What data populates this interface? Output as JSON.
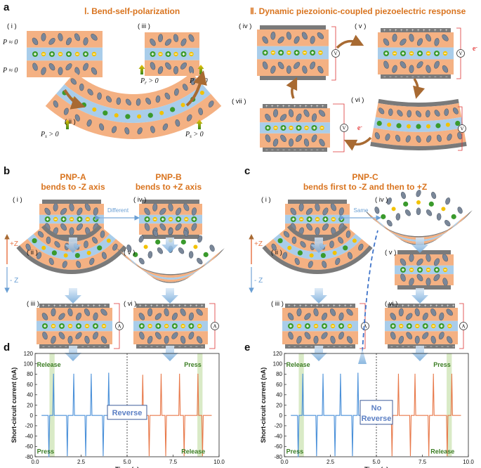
{
  "panels": {
    "a": {
      "label": "a",
      "title_left": "Ⅰ. Bend-self-polarization",
      "title_right": "Ⅱ. Dynamic piezoionic-coupled piezoelectric response",
      "subpanels": [
        "( i )",
        "( ii )",
        "( iii )",
        "( iv )",
        "( v )",
        "( vi )",
        "( vii )"
      ],
      "polarization": {
        "p_top": "P ≈ 0",
        "p_bottom": "P ≈ 0",
        "ps_left": "P",
        "ps_sub": "s",
        "ps_val": " > 0",
        "pr_sub": "r",
        "electron": "e",
        "electron_sup": "-"
      },
      "meter_symbol": "V"
    },
    "b": {
      "label": "b",
      "left_title": [
        "PNP-A",
        "bends to -Z axis"
      ],
      "right_title": [
        "PNP-B",
        "bends to +Z axis"
      ],
      "subpanels": [
        "( i )",
        "( ii )",
        "( iii )",
        "( iv )",
        "( v )",
        "( vi )"
      ],
      "compare": "Different",
      "axis_plus": "+Z",
      "axis_minus": "- Z",
      "meter_symbol": "A"
    },
    "c": {
      "label": "c",
      "title": [
        "PNP-C",
        "bends first to -Z and then to +Z"
      ],
      "subpanels": [
        "( i )",
        "( ii )",
        "( iii )",
        "( iv )",
        "( v )",
        "( vi )"
      ],
      "compare": "Same",
      "axis_plus": "+Z",
      "axis_minus": "- Z",
      "meter_symbol": "A"
    },
    "d": {
      "label": "d",
      "annotation": "Reverse",
      "release_left": "Release",
      "press_left": "Press",
      "press_right": "Press",
      "release_right": "Release"
    },
    "e": {
      "label": "e",
      "annotation": [
        "No",
        "Reverse"
      ],
      "release_left": "Release",
      "press_left": "Press",
      "press_right": "Press",
      "release_right": "Release"
    }
  },
  "chart_data": [
    {
      "type": "line",
      "panel": "d",
      "xlabel": "Time (s)",
      "ylabel": "Short-circuit current (nA)",
      "xlim": [
        0,
        10
      ],
      "ylim": [
        -80,
        120
      ],
      "xticks": [
        0.0,
        2.5,
        5.0,
        7.5,
        10.0
      ],
      "xtick_labels": [
        "0.0",
        "2.5",
        "5.0",
        "7.5",
        "10.0"
      ],
      "yticks": [
        -80,
        -60,
        -40,
        -20,
        0,
        20,
        40,
        60,
        80,
        100,
        120
      ],
      "divider_x": 5.0,
      "series": [
        {
          "color": "#4a90d9",
          "peaks": [
            [
              0.75,
              -80
            ],
            [
              1.0,
              80
            ],
            [
              1.75,
              -78
            ],
            [
              2.1,
              80
            ],
            [
              2.75,
              -78
            ],
            [
              3.05,
              80
            ],
            [
              3.7,
              -78
            ],
            [
              4.0,
              82
            ]
          ]
        },
        {
          "color": "#e8794a",
          "peaks": [
            [
              5.85,
              78
            ],
            [
              6.2,
              -78
            ],
            [
              6.85,
              80
            ],
            [
              7.1,
              -78
            ],
            [
              7.85,
              80
            ],
            [
              8.1,
              -78
            ],
            [
              8.85,
              80
            ],
            [
              9.1,
              -78
            ]
          ]
        }
      ]
    },
    {
      "type": "line",
      "panel": "e",
      "xlabel": "Time (s)",
      "ylabel": "Short-circuit current (nA)",
      "xlim": [
        0,
        10
      ],
      "ylim": [
        -80,
        120
      ],
      "xticks": [
        0.0,
        2.5,
        5.0,
        7.5,
        10.0
      ],
      "xtick_labels": [
        "0.0",
        "2.5",
        "5.0",
        "7.5",
        "10.0"
      ],
      "yticks": [
        -80,
        -60,
        -40,
        -20,
        0,
        20,
        40,
        60,
        80,
        100,
        120
      ],
      "divider_x": 5.0,
      "series": [
        {
          "color": "#4a90d9",
          "peaks": [
            [
              0.75,
              -80
            ],
            [
              1.0,
              80
            ],
            [
              1.75,
              -78
            ],
            [
              2.1,
              80
            ],
            [
              2.75,
              -78
            ],
            [
              3.05,
              80
            ],
            [
              3.7,
              -78
            ],
            [
              4.0,
              82
            ]
          ]
        },
        {
          "color": "#e8794a",
          "peaks": [
            [
              5.85,
              -78
            ],
            [
              6.2,
              80
            ],
            [
              6.85,
              -78
            ],
            [
              7.1,
              80
            ],
            [
              7.85,
              -78
            ],
            [
              8.1,
              80
            ],
            [
              8.85,
              -78
            ],
            [
              9.1,
              80
            ]
          ]
        }
      ]
    }
  ],
  "colors": {
    "orange_layer": "#f4b183",
    "blue_layer": "#a9cdea",
    "title": "#d9741f",
    "arrow_brown": "#a86a32",
    "electrode": "#7a7a7a",
    "release_highlight": "#cfe5b8",
    "annotation_green": "#3b7d23"
  }
}
